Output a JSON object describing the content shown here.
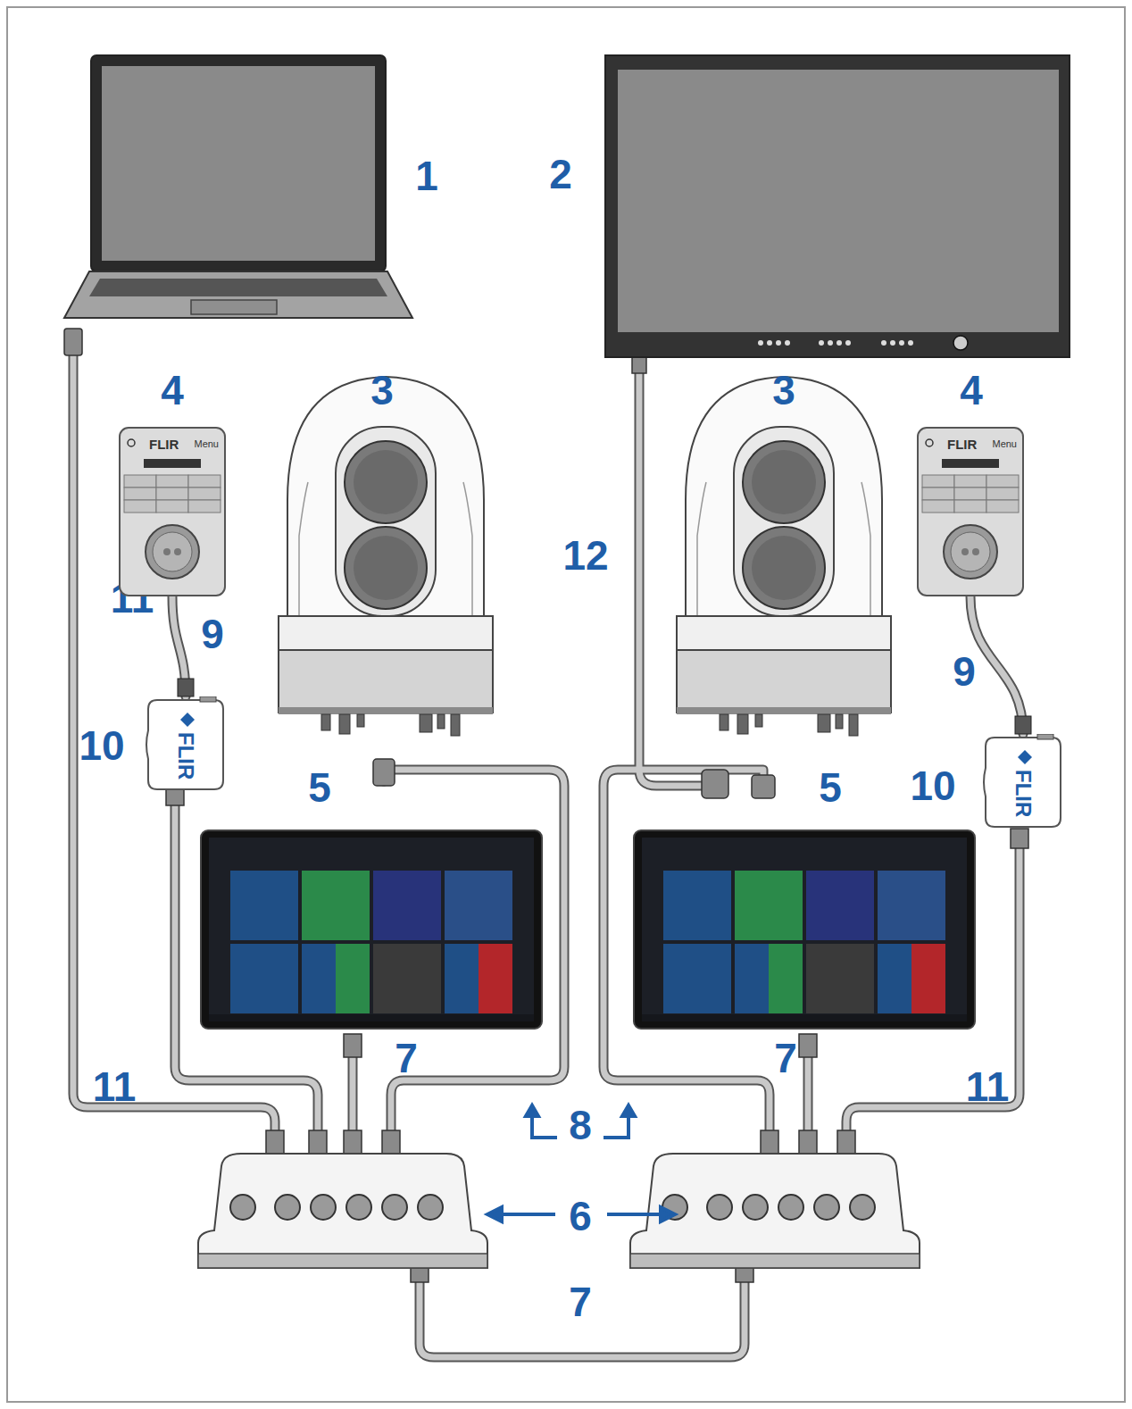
{
  "diagram": {
    "nodes": [
      {
        "text": [
          "FLIR",
          "Menu"
        ]
      },
      {
        "text": [
          "FLIR"
        ]
      },
      {
        "text": [
          "FLIR",
          "Menu"
        ]
      },
      {
        "text": [
          "FLIR"
        ]
      }
    ],
    "edges": [
      {
        "from": 0,
        "to": 1,
        "arrow": "none"
      },
      {
        "from": 2,
        "to": 3,
        "arrow": "none"
      }
    ],
    "labels": [
      "1",
      "2",
      "4",
      "3",
      "3",
      "4",
      "12",
      "9",
      "9",
      "10",
      "5",
      "10",
      "5",
      "11",
      "7",
      "7",
      "11",
      "11",
      "8",
      "6",
      "7"
    ]
  }
}
